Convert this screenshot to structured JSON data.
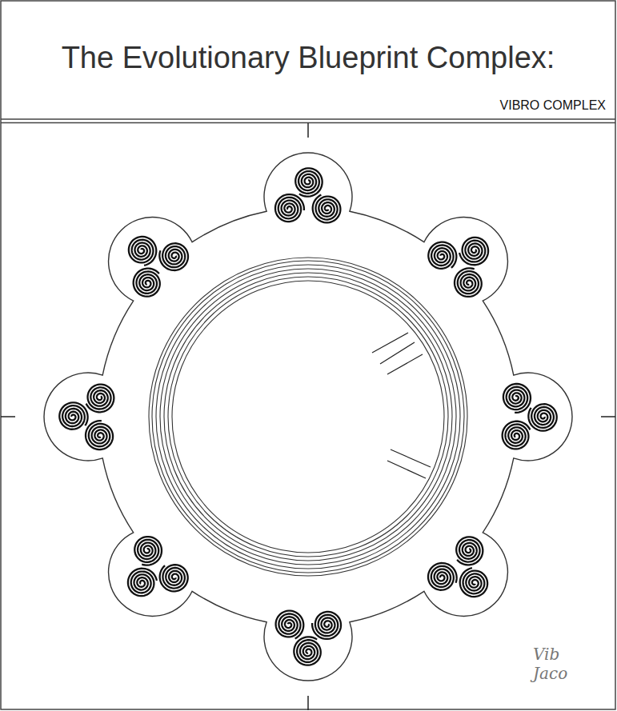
{
  "diagram": {
    "title": "The Evolutionary Blueprint Complex:",
    "labels": [
      "VIBRO COMPLEX",
      "Vib Jaco"
    ]
  }
}
